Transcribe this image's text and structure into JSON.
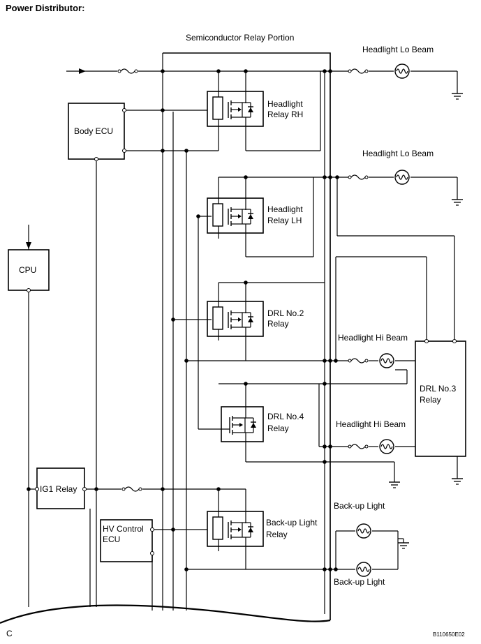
{
  "header": {
    "title": "Power Distributor:"
  },
  "portion_title": "Semiconductor Relay Portion",
  "blocks": {
    "body_ecu": "Body ECU",
    "cpu": "CPU",
    "ig1_relay": "IG1 Relay",
    "hv_control_ecu": [
      "HV Control",
      "ECU"
    ],
    "drl_no3_relay": [
      "DRL No.3",
      "Relay"
    ]
  },
  "relays": {
    "headlight_rh": [
      "Headlight",
      "Relay RH"
    ],
    "headlight_lh": [
      "Headlight",
      "Relay LH"
    ],
    "drl_no2": [
      "DRL No.2",
      "Relay"
    ],
    "drl_no4": [
      "DRL No.4",
      "Relay"
    ],
    "backup_light": [
      "Back-up Light",
      "Relay"
    ]
  },
  "loads": {
    "headlight_lo_beam_1": "Headlight Lo Beam",
    "headlight_lo_beam_2": "Headlight Lo Beam",
    "headlight_hi_beam_1": "Headlight Hi Beam",
    "headlight_hi_beam_2": "Headlight Hi Beam",
    "backup_light_1": "Back-up Light",
    "backup_light_2": "Back-up Light"
  },
  "footer": {
    "corner_letter": "C",
    "figure_code": "B110650E02"
  }
}
